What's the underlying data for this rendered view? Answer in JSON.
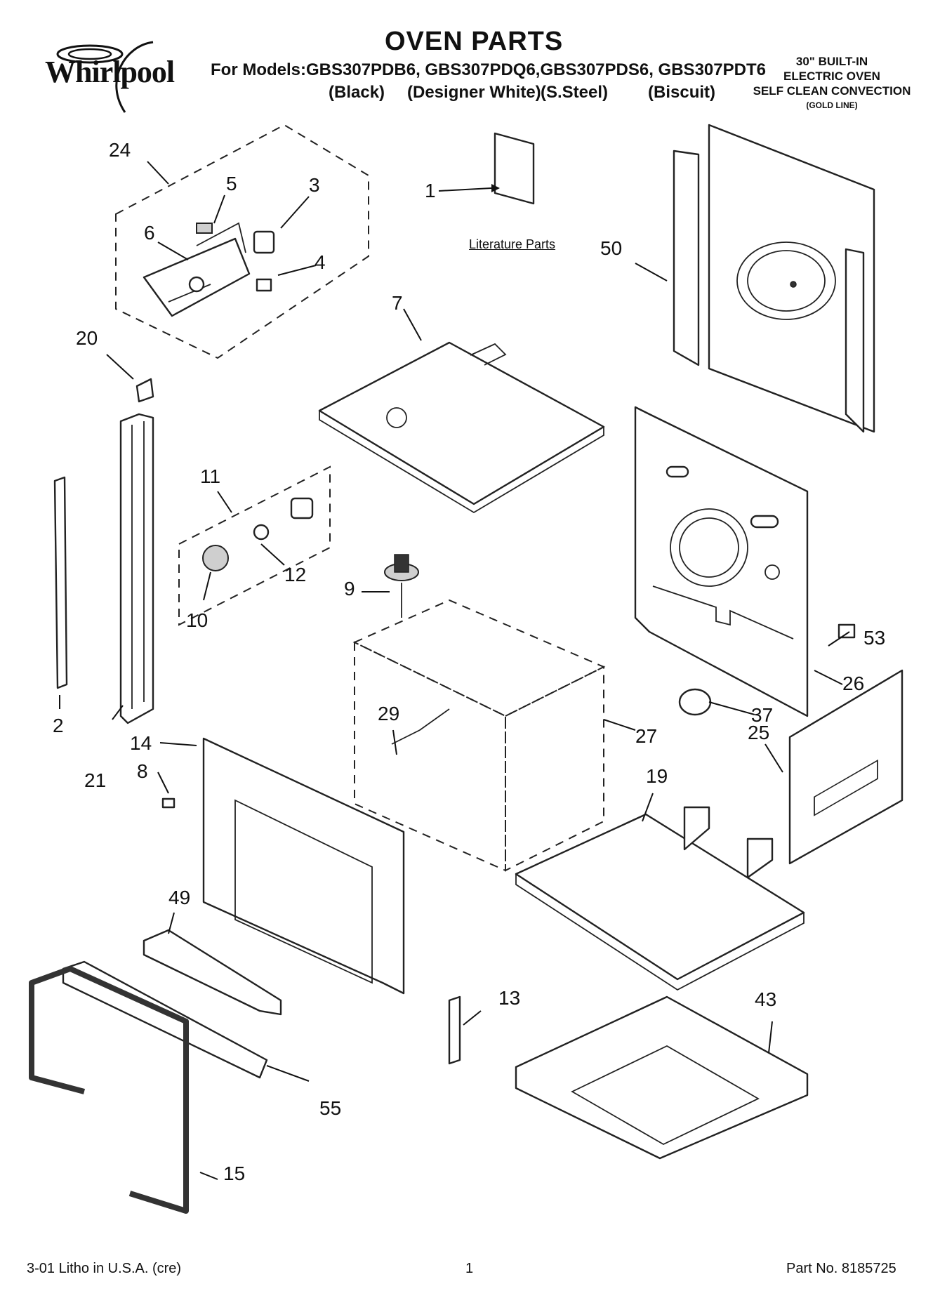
{
  "header": {
    "brand": "Whirlpool",
    "title": "OVEN PARTS",
    "models": "For Models:GBS307PDB6, GBS307PDQ6,GBS307PDS6, GBS307PDT6",
    "finishes": [
      "(Black)",
      "(Designer White)",
      "(S.Steel)",
      "(Biscuit)"
    ],
    "product_line1": "30\" BUILT-IN",
    "product_line2": "ELECTRIC OVEN",
    "product_line3": "SELF CLEAN CONVECTION",
    "product_line4": "(GOLD LINE)"
  },
  "literature_label": "Literature Parts",
  "callouts": {
    "c1": "1",
    "c2": "2",
    "c3": "3",
    "c4": "4",
    "c5": "5",
    "c6": "6",
    "c7": "7",
    "c8": "8",
    "c9": "9",
    "c10": "10",
    "c11": "11",
    "c12": "12",
    "c13": "13",
    "c14": "14",
    "c15": "15",
    "c19": "19",
    "c20": "20",
    "c21": "21",
    "c24": "24",
    "c25": "25",
    "c26": "26",
    "c27": "27",
    "c29": "29",
    "c37": "37",
    "c43": "43",
    "c49": "49",
    "c50": "50",
    "c53": "53",
    "c55": "55"
  },
  "footer": {
    "litho": "3-01 Litho in U.S.A. (cre)",
    "page": "1",
    "part_no": "Part No. 8185725"
  }
}
